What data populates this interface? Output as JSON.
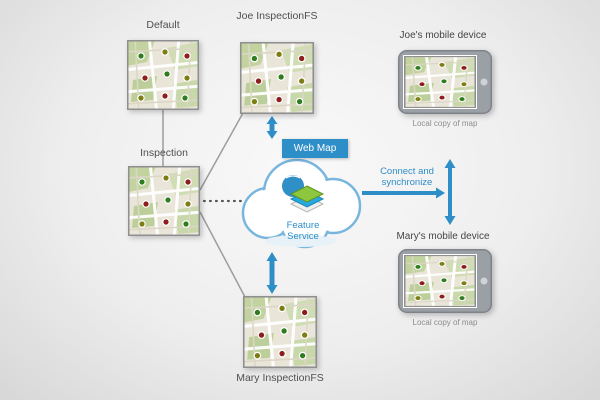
{
  "colors": {
    "accent_blue": "#2e8ec7",
    "label_gray": "#4f4f4f",
    "line_gray": "#9d9d9d",
    "map_green": "#8dc63f"
  },
  "maps": {
    "default": {
      "label": "Default"
    },
    "joe_fs": {
      "label": "Joe InspectionFS"
    },
    "inspection": {
      "label": "Inspection"
    },
    "mary_fs": {
      "label": "Mary InspectionFS"
    }
  },
  "cloud": {
    "web_map_label": "Web Map",
    "service_label": "Feature\nService"
  },
  "devices": {
    "joe": {
      "label": "Joe's mobile device",
      "caption": "Local copy of map"
    },
    "mary": {
      "label": "Mary's mobile device",
      "caption": "Local copy of map"
    }
  },
  "sync": {
    "label": "Connect and\nsynchronize"
  }
}
